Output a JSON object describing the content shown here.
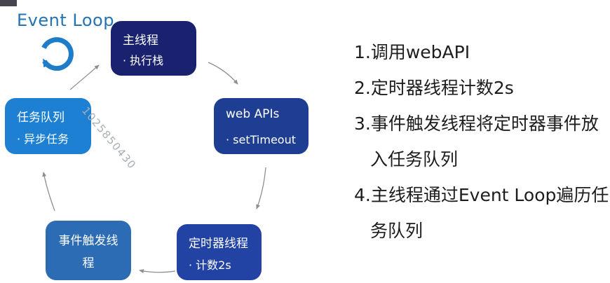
{
  "title": "Event Loop",
  "watermark": "1025850430",
  "nodes": {
    "main_thread": {
      "title": "主线程",
      "bullet": "· 执行栈"
    },
    "web_apis": {
      "title": "web APIs",
      "bullet": "· setTimeout"
    },
    "timer_thread": {
      "title": "定时器线程",
      "bullet": "· 计数2s"
    },
    "event_trigger_thread": {
      "title": "事件触发线程"
    },
    "task_queue": {
      "title": "任务队列",
      "bullet": "· 异步任务"
    }
  },
  "edges": [
    {
      "from": "task_queue",
      "to": "main_thread"
    },
    {
      "from": "main_thread",
      "to": "web_apis"
    },
    {
      "from": "web_apis",
      "to": "timer_thread"
    },
    {
      "from": "timer_thread",
      "to": "event_trigger_thread"
    },
    {
      "from": "event_trigger_thread",
      "to": "task_queue"
    }
  ],
  "steps": {
    "lines": [
      {
        "num": "1.",
        "text": "调用webAPI"
      },
      {
        "num": "2.",
        "text": "定时器线程计数2s"
      },
      {
        "num": "3.",
        "text": "事件触发线程将定时器事件放"
      },
      {
        "num": "",
        "text": "入任务队列"
      },
      {
        "num": "4.",
        "text": "主线程通过Event Loop遍历任"
      },
      {
        "num": "",
        "text": "务队列"
      }
    ]
  },
  "colors": {
    "main_thread": "#1a2270",
    "web_apis": "#1d3e92",
    "timer_thread": "#2343a4",
    "event_trigger_thread": "#2b6cb5",
    "task_queue": "#1e80d3",
    "title_blue": "#2474b4",
    "loop_icon_blue": "#1e7cc8",
    "arrow_gray": "#8a9096",
    "step_text": "#1d1d1d",
    "watermark_gray": "#a9aeb6"
  }
}
